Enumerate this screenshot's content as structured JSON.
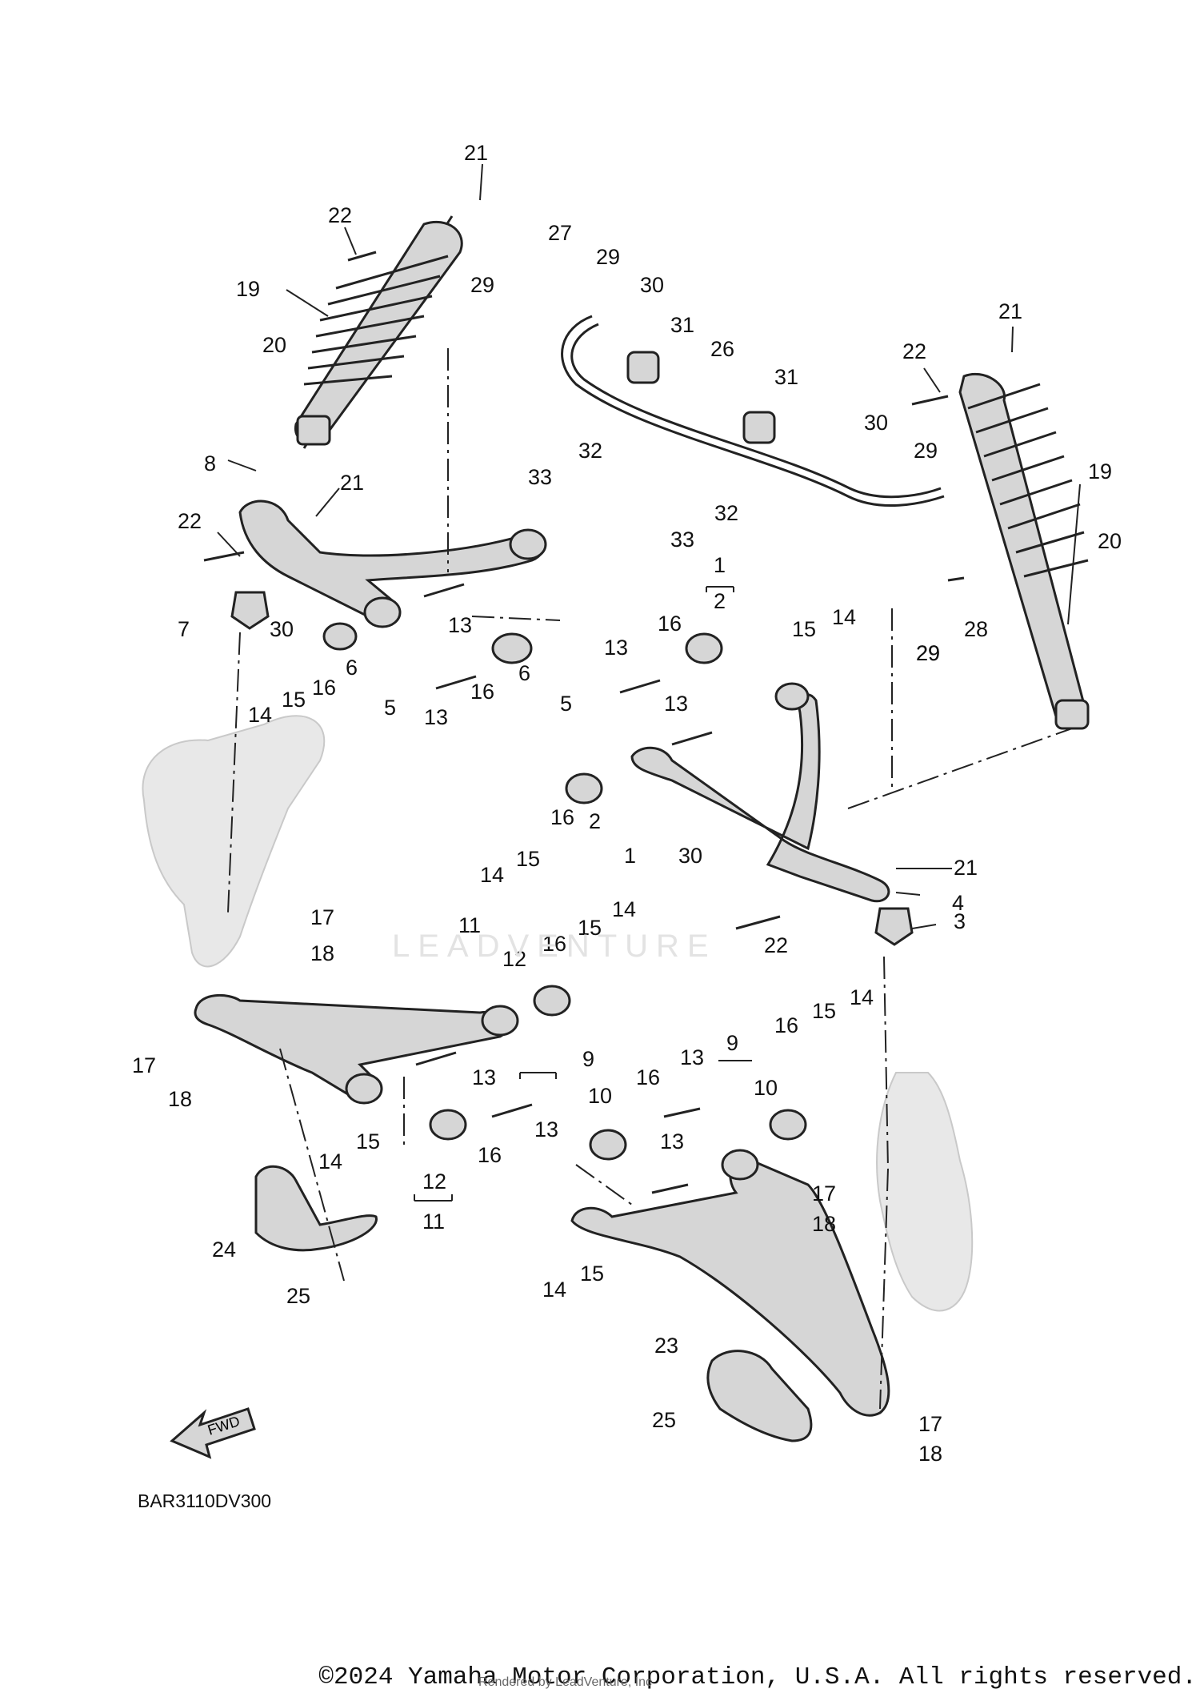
{
  "diagram_code": "BAR3110DV300",
  "watermark": "LEADVENTURE",
  "fwd_label": "FWD",
  "copyright": "©2024 Yamaha Motor Corporation, U.S.A. All rights reserved.",
  "rendered_by": "Rendered by LeadVenture, Inc",
  "callouts": [
    "21",
    "22",
    "19",
    "20",
    "8",
    "21",
    "22",
    "7",
    "30",
    "14",
    "15",
    "16",
    "6",
    "5",
    "13",
    "13",
    "16",
    "6",
    "5",
    "27",
    "29",
    "29",
    "30",
    "31",
    "26",
    "31",
    "32",
    "33",
    "32",
    "33",
    "30",
    "29",
    "1",
    "2",
    "16",
    "13",
    "15",
    "14",
    "13",
    "16",
    "14",
    "15",
    "2",
    "1",
    "30",
    "21",
    "4",
    "3",
    "22",
    "21",
    "22",
    "19",
    "20",
    "29",
    "28",
    "29",
    "17",
    "18",
    "11",
    "12",
    "16",
    "15",
    "14",
    "17",
    "18",
    "13",
    "15",
    "14",
    "13",
    "12",
    "11",
    "16",
    "9",
    "10",
    "16",
    "13",
    "9",
    "10",
    "16",
    "15",
    "14",
    "13",
    "17",
    "18",
    "14",
    "15",
    "24",
    "25",
    "23",
    "25",
    "17",
    "18"
  ]
}
